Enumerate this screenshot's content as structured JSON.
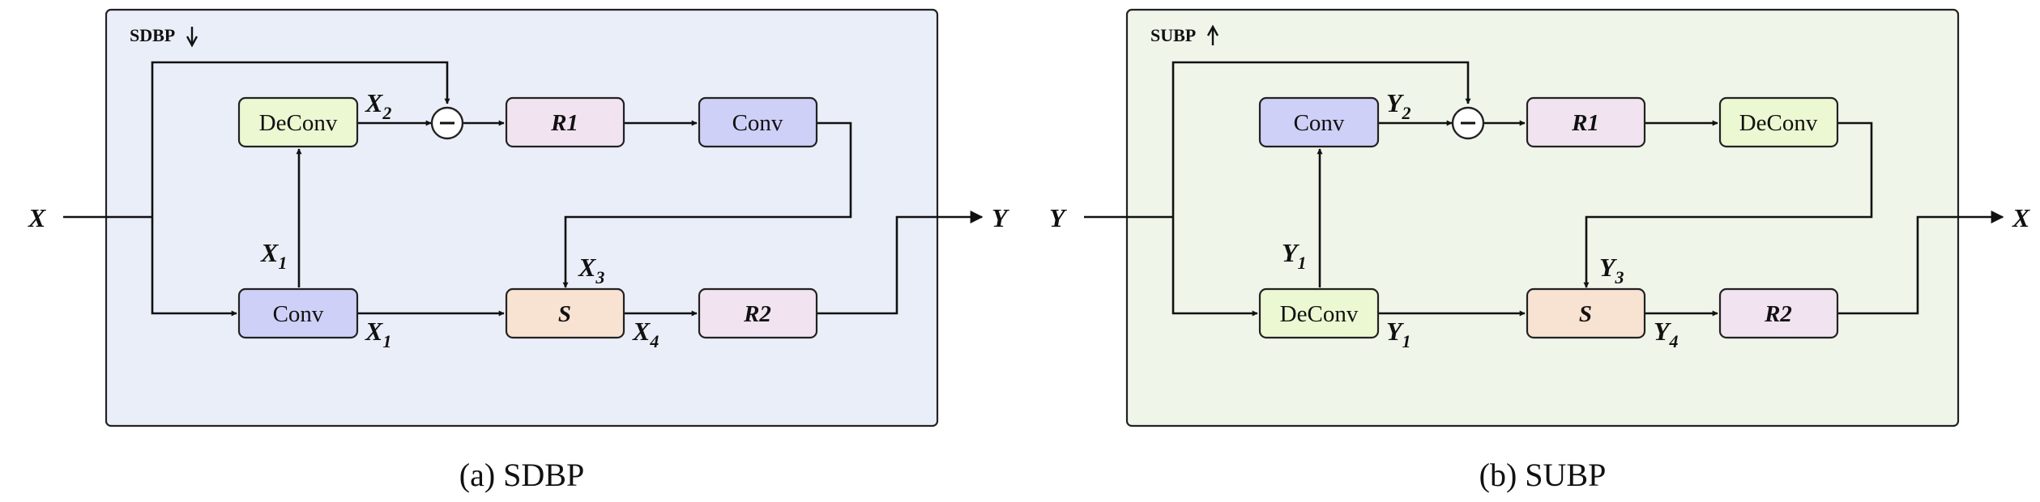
{
  "colors": {
    "panel_a_bg": "#eaeef8",
    "panel_b_bg": "#eff5e9",
    "conv": "#cfd0f7",
    "deconv": "#ecf8d2",
    "residual": "#f1e3ef",
    "sum": "#f8e2d2",
    "line": "#111111"
  },
  "panels": [
    {
      "title": "SDBP",
      "title_icon": "down-arrow-icon",
      "caption": "(a)  SDBP",
      "input": "X",
      "output": "Y",
      "blocks": {
        "top_left": "DeConv",
        "bottom_left": "Conv",
        "r1": "R1",
        "top_right": "Conv",
        "sum": "S",
        "r2": "R2"
      },
      "op": "−",
      "vars": {
        "v2": {
          "base": "X",
          "sub": "2"
        },
        "v1_up": {
          "base": "X",
          "sub": "1"
        },
        "v1_right": {
          "base": "X",
          "sub": "1"
        },
        "v3": {
          "base": "X",
          "sub": "3"
        },
        "v4": {
          "base": "X",
          "sub": "4"
        }
      }
    },
    {
      "title": "SUBP",
      "title_icon": "up-arrow-icon",
      "caption": "(b)  SUBP",
      "input": "Y",
      "output": "X",
      "blocks": {
        "top_left": "Conv",
        "bottom_left": "DeConv",
        "r1": "R1",
        "top_right": "DeConv",
        "sum": "S",
        "r2": "R2"
      },
      "op": "−",
      "vars": {
        "v2": {
          "base": "Y",
          "sub": "2"
        },
        "v1_up": {
          "base": "Y",
          "sub": "1"
        },
        "v1_right": {
          "base": "Y",
          "sub": "1"
        },
        "v3": {
          "base": "Y",
          "sub": "3"
        },
        "v4": {
          "base": "Y",
          "sub": "4"
        }
      }
    }
  ]
}
